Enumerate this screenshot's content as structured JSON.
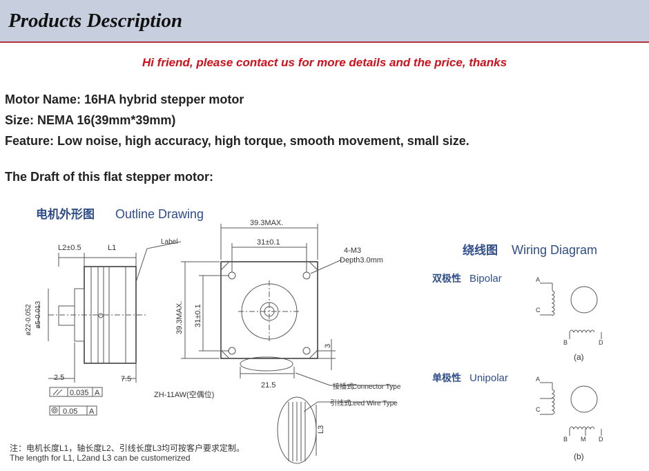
{
  "header": {
    "title": "Products Description"
  },
  "notice": "Hi friend, please contact us for more details and the price, thanks",
  "specs": {
    "motor_name": "Motor Name: 16HA hybrid stepper motor",
    "size": "Size: NEMA 16(39mm*39mm)",
    "feature": "Feature: Low noise, high accuracy, high torque, smooth movement, small size.",
    "draft_heading": "The Draft of this flat stepper motor:"
  },
  "drawing": {
    "outline_title_cn": "电机外形图",
    "outline_title_en": "Outline Drawing",
    "dim_l2": "L2±0.5",
    "dim_l1": "L1",
    "label_tag": "Label",
    "dim_shaft_dia": "ø22-0.052",
    "dim_shaft_d": "ø5-0.013",
    "dim_2_5": "2.5",
    "dim_7_5": "7.5",
    "tol_perp": "0.035",
    "tol_ref_a": "A",
    "tol_conc": "0.05",
    "tol_ref_a2": "A",
    "dim_39_3_top": "39.3MAX.",
    "dim_31_top": "31±0.1",
    "dim_39_3_side": "39.3MAX.",
    "dim_31_side": "31±0.1",
    "dim_4m3": "4-M3",
    "dim_depth": "Depth3.0mm",
    "dim_3": "3",
    "dim_21_5": "21.5",
    "connector_ref": "ZH-11AW(空偶位)",
    "connector_type_cn": "接插式",
    "connector_type_en": "Connector Type",
    "lead_wire_cn": "引线式",
    "lead_wire_en": "Leed Wire Type",
    "dim_l3": "L3",
    "note_cn": "注：电机长度L1，轴长度L2、引线长度L3均可按客户要求定制。",
    "note_en": "The length for L1, L2and L3 can be customerized",
    "wiring_title_cn": "绕线图",
    "wiring_title_en": "Wiring Diagram",
    "bipolar_cn": "双极性",
    "bipolar_en": "Bipolar",
    "unipolar_cn": "单极性",
    "unipolar_en": "Unipolar",
    "pin_a": "A",
    "pin_c": "C",
    "pin_b": "B",
    "pin_d": "D",
    "pin_m": "M",
    "caption_a": "(a)",
    "caption_b": "(b)"
  }
}
